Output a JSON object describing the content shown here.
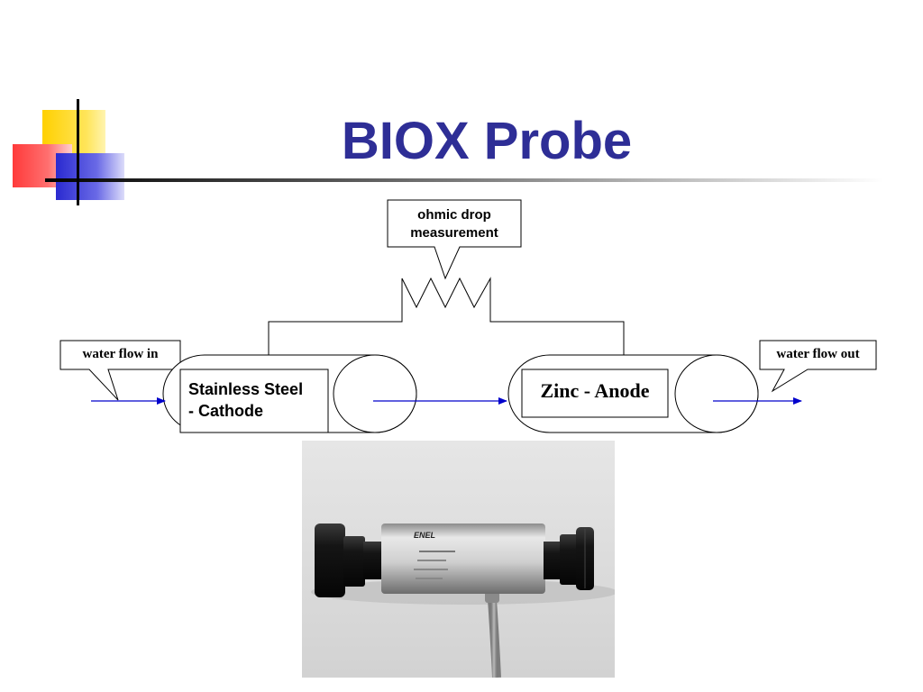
{
  "slide": {
    "title": "BIOX Probe"
  },
  "diagram": {
    "resistor_callout": [
      "ohmic drop",
      "measurement"
    ],
    "inlet_callout": "water flow in",
    "outlet_callout": "water flow out",
    "cathode_label": [
      "Stainless Steel",
      "- Cathode"
    ],
    "anode_label": "Zinc - Anode"
  },
  "photo": {
    "label_brand": "ENEL"
  },
  "colors": {
    "title": "#2e2e96",
    "flow_arrow": "#0000cc",
    "deco_yellow": "#ffd200",
    "deco_red": "#ff4a4a",
    "deco_blue": "#3a3ad6"
  }
}
